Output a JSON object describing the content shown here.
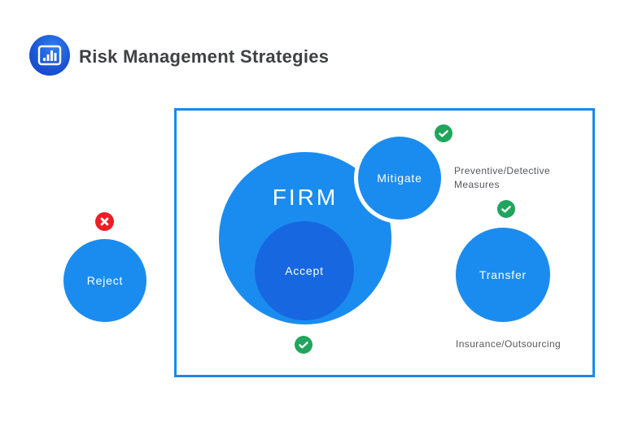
{
  "header": {
    "logo_icon": "bar-chart-icon",
    "title": "Risk Management Strategies"
  },
  "diagram": {
    "firm": {
      "label": "FIRM"
    },
    "strategies": {
      "accept": {
        "label": "Accept",
        "status": "check"
      },
      "mitigate": {
        "label": "Mitigate",
        "status": "check",
        "note_line1": "Preventive/Detective",
        "note_line2": "Measures"
      },
      "transfer": {
        "label": "Transfer",
        "status": "check",
        "note": "Insurance/Outsourcing"
      },
      "reject": {
        "label": "Reject",
        "status": "cross"
      }
    }
  },
  "colors": {
    "primary_blue": "#1B8CEF",
    "accept_blue": "#1667E0",
    "frame_border_blue": "#1E88E5",
    "success_green": "#21A45D",
    "reject_red": "#EE1C25",
    "title_text": "#3F4145",
    "note_text": "#56585C",
    "logo_gradient_start": "#2E80F0",
    "logo_gradient_end": "#1441C4"
  }
}
